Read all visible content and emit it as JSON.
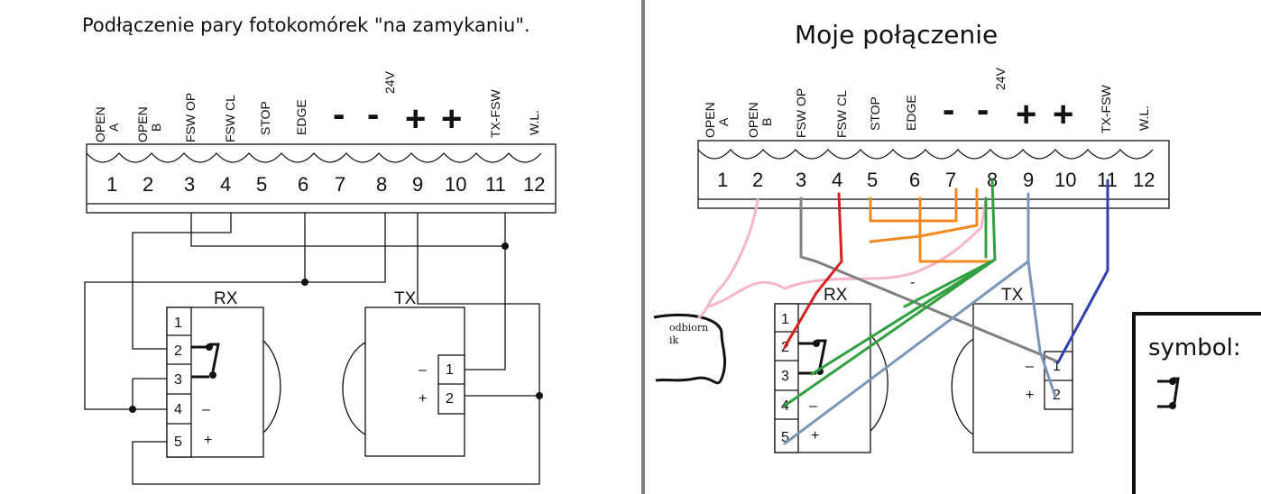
{
  "left": {
    "title": "Podłączenie pary fotokomórek \"na zamykaniu\".",
    "terminal_labels": [
      [
        "OPEN",
        "A"
      ],
      [
        "OPEN",
        "B"
      ],
      [
        "FSW OP"
      ],
      [
        "FSW CL"
      ],
      [
        "STOP"
      ],
      [
        "EDGE"
      ],
      [
        "TX-FSW"
      ],
      [
        "W.L."
      ]
    ],
    "voltage": "24V",
    "signs": [
      "-",
      "-",
      "+",
      "+"
    ],
    "numbers": [
      "1",
      "2",
      "3",
      "4",
      "5",
      "6",
      "7",
      "8",
      "9",
      "10",
      "11",
      "12"
    ],
    "rx": {
      "title": "RX",
      "pins": [
        "1",
        "2",
        "3",
        "4",
        "5"
      ],
      "minus": "–",
      "plus": "+"
    },
    "tx": {
      "title": "TX",
      "pins": [
        "1",
        "2"
      ],
      "minus": "–",
      "plus": "+"
    }
  },
  "right": {
    "title": "Moje połączenie",
    "terminal_labels": [
      [
        "OPEN",
        "A"
      ],
      [
        "OPEN",
        "B"
      ],
      [
        "FSW OP"
      ],
      [
        "FSW CL"
      ],
      [
        "STOP"
      ],
      [
        "EDGE"
      ],
      [
        "TX-FSW"
      ],
      [
        "W.L."
      ]
    ],
    "voltage": "24V",
    "signs": [
      "-",
      "-",
      "+",
      "+"
    ],
    "numbers": [
      "1",
      "2",
      "3",
      "4",
      "5",
      "6",
      "7",
      "8",
      "9",
      "10",
      "11",
      "12"
    ],
    "rx": {
      "title": "RX",
      "pins": [
        "1",
        "2",
        "3",
        "4",
        "5"
      ],
      "minus": "–",
      "plus": "+"
    },
    "tx": {
      "title": "TX",
      "pins": [
        "1",
        "2"
      ],
      "minus": "–",
      "plus": "+"
    },
    "receiver_note": [
      "odbiorn",
      "ik"
    ],
    "symbol_label": "symbol:",
    "stray_mark": "-"
  },
  "colors": {
    "divider": "#808080",
    "wire_pink": "#f4b6c8",
    "wire_gray": "#808080",
    "wire_red": "#d42020",
    "wire_orange": "#f08a20",
    "wire_green": "#30a040",
    "wire_blue_gray": "#7a96b8",
    "wire_dark_blue": "#3040b0"
  }
}
